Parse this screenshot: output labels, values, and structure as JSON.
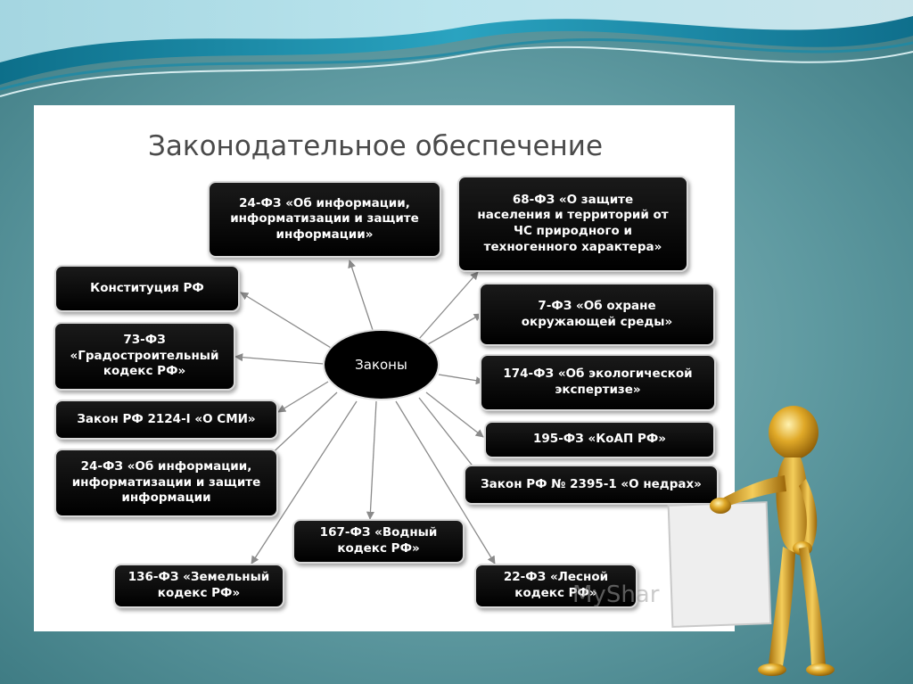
{
  "title": "Законодательное обеспечение",
  "hub": "Законы",
  "boxes": [
    "24-ФЗ «Об информации,\nинформатизации и защите\nинформации»",
    "68-ФЗ «О защите\nнаселения и территорий от\nЧС природного и\nтехногенного характера»",
    "Конституция РФ",
    "7-ФЗ «Об  охране\nокружающей  среды»",
    "73-ФЗ\n«Градостроительный\nкодекс РФ»",
    "174-ФЗ «Об экологической\nэкспертизе»",
    "Закон РФ 2124-I «О СМИ»",
    "195-ФЗ «КоАП РФ»",
    "24-ФЗ «Об информации,\nинформатизации и защите\nинформации",
    "Закон РФ № 2395-1 «О недрах»",
    "167-ФЗ «Водный\nкодекс РФ»",
    "136-ФЗ «Земельный\nкодекс РФ»",
    "22-ФЗ «Лесной\nкодекс РФ»"
  ],
  "watermark": "MyShar",
  "colors": {
    "box_fill": "#000000",
    "box_text": "#ffffff",
    "arrow": "#8a8a8a",
    "background": "#5f9aa1"
  }
}
